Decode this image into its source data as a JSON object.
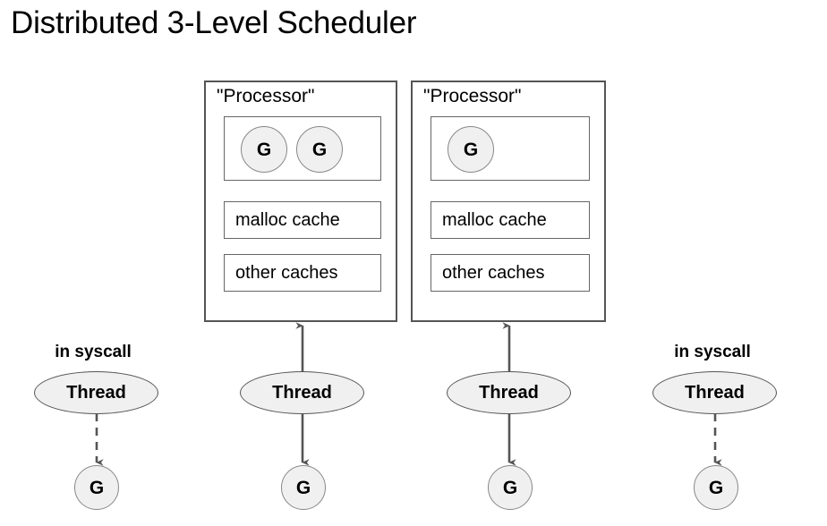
{
  "title": "Distributed 3-Level Scheduler",
  "accent_colors": {
    "card_border": "#555555",
    "inner_border": "#666666",
    "node_fill": "#f0f0f0",
    "node_border": "#888888",
    "arrow": "#555555",
    "text": "#000000",
    "background": "#ffffff"
  },
  "processors": [
    {
      "label": "\"Processor\"",
      "goroutines": [
        {
          "label": "G"
        },
        {
          "label": "G"
        }
      ],
      "caches": [
        {
          "label": "malloc cache"
        },
        {
          "label": "other caches"
        }
      ]
    },
    {
      "label": "\"Processor\"",
      "goroutines": [
        {
          "label": "G"
        }
      ],
      "caches": [
        {
          "label": "malloc cache"
        },
        {
          "label": "other caches"
        }
      ]
    }
  ],
  "threads": [
    {
      "label": "Thread",
      "status_label": "in syscall",
      "attached_to_processor": false,
      "link_style": "dashed",
      "goroutine": {
        "label": "G"
      }
    },
    {
      "label": "Thread",
      "status_label": "",
      "attached_to_processor": true,
      "link_style": "solid",
      "goroutine": {
        "label": "G"
      }
    },
    {
      "label": "Thread",
      "status_label": "",
      "attached_to_processor": true,
      "link_style": "solid",
      "goroutine": {
        "label": "G"
      }
    },
    {
      "label": "Thread",
      "status_label": "in syscall",
      "attached_to_processor": false,
      "link_style": "dashed",
      "goroutine": {
        "label": "G"
      }
    }
  ]
}
